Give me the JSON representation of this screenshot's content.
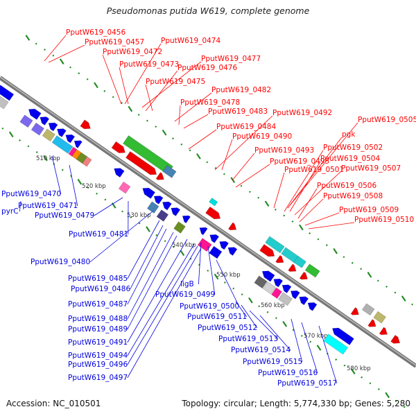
{
  "title": "Pseudomonas putida W619, complete genome",
  "footer": {
    "accession": "Accession: NC_010501",
    "summary": "Topology: circular; Length: 5,774,330 bp; Genes: 5,280"
  },
  "colors": {
    "forward_label": "#ff0000",
    "reverse_label": "#0000dd",
    "backbone": "#888888",
    "tick": "#228b22"
  },
  "ticks": [
    {
      "label": "510 kbp",
      "kbp": 510
    },
    {
      "label": "520 kbp",
      "kbp": 520
    },
    {
      "label": "530 kbp",
      "kbp": 530
    },
    {
      "label": "540 kbp",
      "kbp": 540
    },
    {
      "label": "550 kbp",
      "kbp": 550
    },
    {
      "label": "560 kbp",
      "kbp": 560
    },
    {
      "label": "570 kbp",
      "kbp": 570
    },
    {
      "label": "580 kbp",
      "kbp": 580
    }
  ],
  "forward_labels": [
    "PputW619_0456",
    "PputW619_0457",
    "PputW619_0472",
    "PputW619_0474",
    "PputW619_0473",
    "PputW619_0477",
    "PputW619_0476",
    "PputW619_0475",
    "PputW619_0482",
    "PputW619_0478",
    "PputW619_0483",
    "PputW619_0492",
    "PputW619_0484",
    "PputW619_0490",
    "PputW619_0505",
    "pgk",
    "PputW619_0493",
    "PputW619_0502",
    "PputW619_0495",
    "PputW619_0504",
    "PputW619_0501",
    "PputW619_0507",
    "PputW619_0506",
    "PputW619_0508",
    "PputW619_0509",
    "PputW619_0510"
  ],
  "reverse_labels": [
    "PputW619_0470",
    "PputW619_0471",
    "pyrC",
    "PputW619_0479",
    "PputW619_0481",
    "PputW619_0480",
    "PputW619_0485",
    "PputW619_0486",
    "PputW619_0487",
    "ligB",
    "PputW619_0499",
    "PputW619_0488",
    "PputW619_0500",
    "PputW619_0489",
    "PputW619_0511",
    "PputW619_0491",
    "PputW619_0512",
    "PputW619_0513",
    "PputW619_0494",
    "PputW619_0514",
    "PputW619_0496",
    "PputW619_0515",
    "PputW619_0516",
    "PputW619_0497",
    "PputW619_0517"
  ]
}
